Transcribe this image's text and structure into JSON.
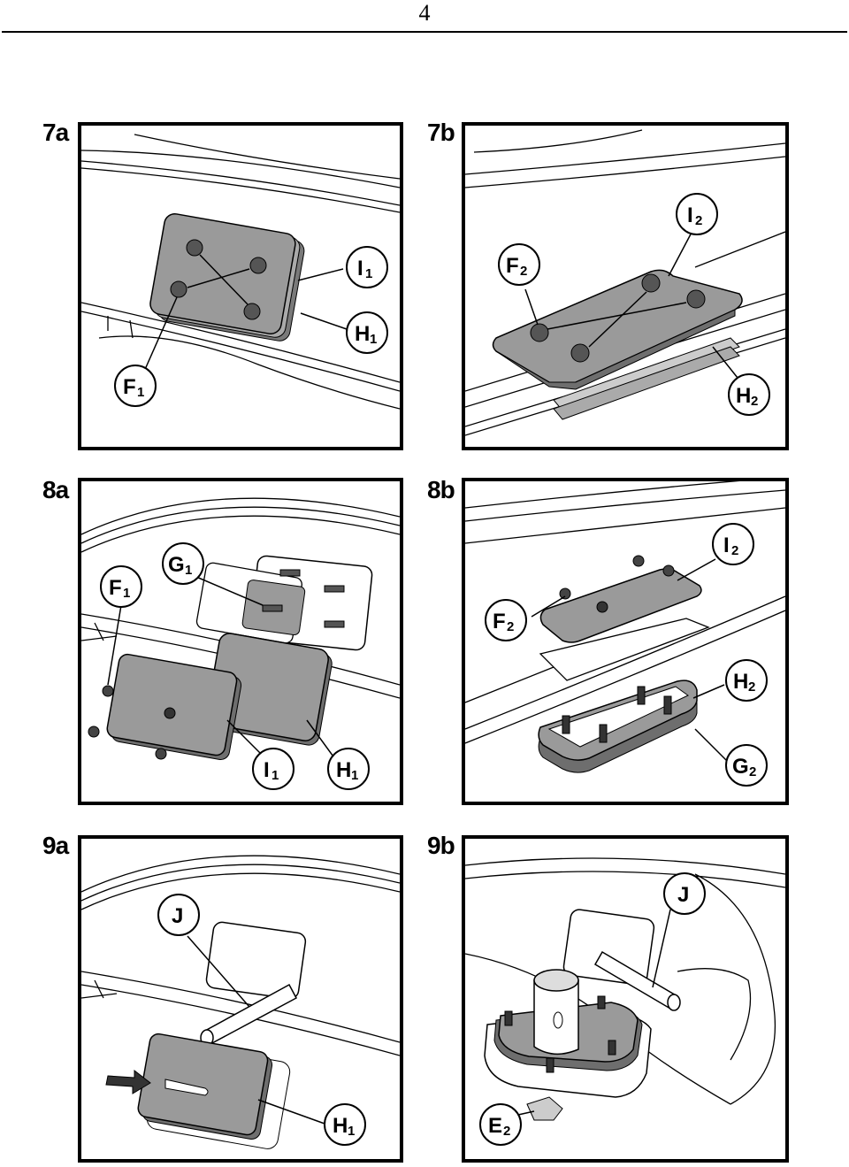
{
  "page": {
    "number": "4"
  },
  "panels": {
    "p7a": {
      "label": "7a",
      "callouts": {
        "I1": [
          "I",
          "1"
        ],
        "H1": [
          "H",
          "1"
        ],
        "F1": [
          "F",
          "1"
        ]
      }
    },
    "p7b": {
      "label": "7b",
      "callouts": {
        "I2": [
          "I",
          "2"
        ],
        "F2": [
          "F",
          "2"
        ],
        "H2": [
          "H",
          "2"
        ]
      }
    },
    "p8a": {
      "label": "8a",
      "callouts": {
        "F1": [
          "F",
          "1"
        ],
        "G1": [
          "G",
          "1"
        ],
        "I1": [
          "I",
          "1"
        ],
        "H1": [
          "H",
          "1"
        ]
      }
    },
    "p8b": {
      "label": "8b",
      "callouts": {
        "I2": [
          "I",
          "2"
        ],
        "F2": [
          "F",
          "2"
        ],
        "H2": [
          "H",
          "2"
        ],
        "G2": [
          "G",
          "2"
        ]
      }
    },
    "p9a": {
      "label": "9a",
      "callouts": {
        "J": [
          "J",
          ""
        ],
        "H1": [
          "H",
          "1"
        ]
      }
    },
    "p9b": {
      "label": "9b",
      "callouts": {
        "J": [
          "J",
          ""
        ],
        "E2": [
          "E",
          "2"
        ]
      }
    }
  },
  "colors": {
    "ink": "#000000",
    "plate": "#9a9a9a",
    "plate_dark": "#6e6e6e",
    "paper": "#ffffff"
  }
}
